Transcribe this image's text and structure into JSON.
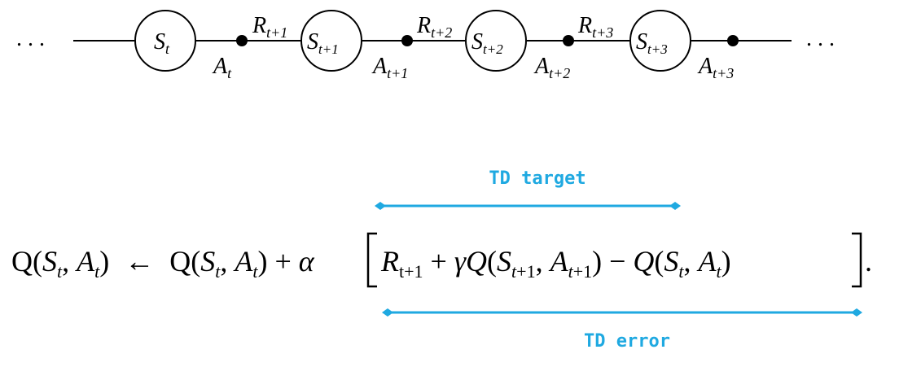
{
  "trajectory": {
    "leading_ellipsis": ". . .",
    "trailing_ellipsis": ". . .",
    "states": [
      {
        "base": "S",
        "sub": "t"
      },
      {
        "base": "S",
        "sub": "t+1"
      },
      {
        "base": "S",
        "sub": "t+2"
      },
      {
        "base": "S",
        "sub": "t+3"
      }
    ],
    "actions": [
      {
        "base": "A",
        "sub": "t"
      },
      {
        "base": "A",
        "sub": "t+1"
      },
      {
        "base": "A",
        "sub": "t+2"
      },
      {
        "base": "A",
        "sub": "t+3"
      }
    ],
    "rewards": [
      {
        "base": "R",
        "sub": "t+1"
      },
      {
        "base": "R",
        "sub": "t+2"
      },
      {
        "base": "R",
        "sub": "t+3"
      }
    ]
  },
  "equation": {
    "lhs": "Q(S_t, A_t)",
    "arrow": "←",
    "rhs_prefix": "Q(S_t, A_t) + α",
    "bracket_content": "R_{t+1} + γQ(S_{t+1}, A_{t+1}) − Q(S_t, A_t)",
    "terminal": "."
  },
  "annotations": {
    "td_target": "TD target",
    "td_error": "TD error",
    "color": "#1fa9e1"
  }
}
